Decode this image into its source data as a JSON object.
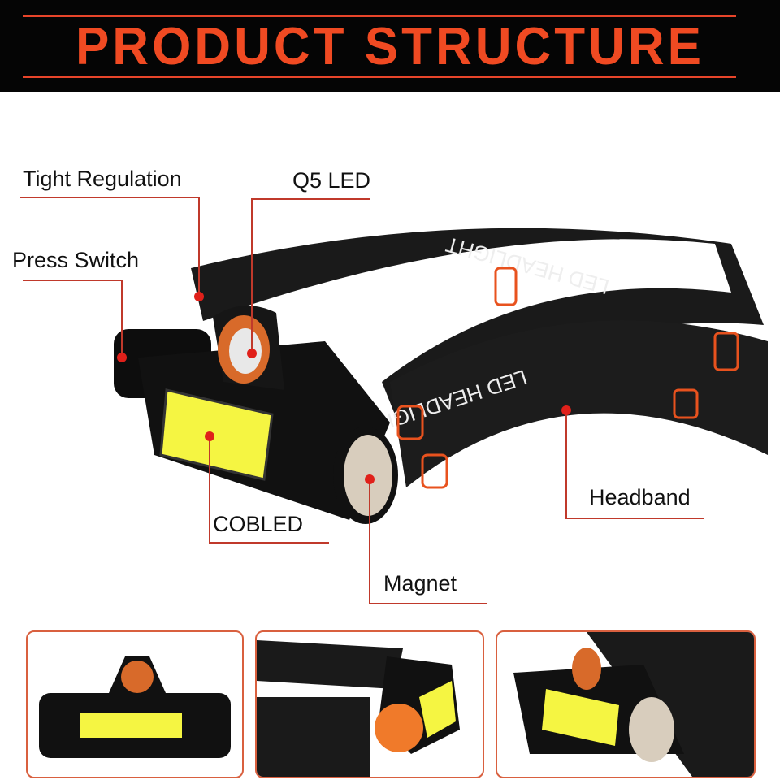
{
  "header": {
    "title": "PRODUCT STRUCTURE"
  },
  "callouts": [
    {
      "label": "Tight Regulation"
    },
    {
      "label": "Q5 LED"
    },
    {
      "label": "Press Switch"
    },
    {
      "label": "COBLED"
    },
    {
      "label": "Magnet"
    },
    {
      "label": "Headband"
    }
  ],
  "band_text": "LED HEADLIGHT",
  "colors": {
    "accent": "#f04a22",
    "callout_line": "#c0392b",
    "cob": "#f5f542",
    "band": "#1a1a1a"
  }
}
